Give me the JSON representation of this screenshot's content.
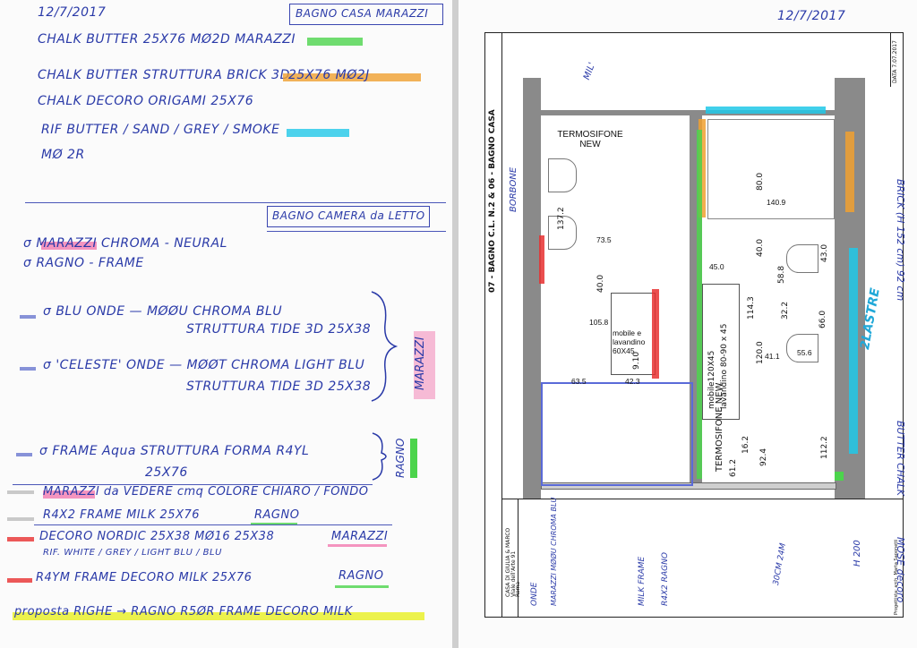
{
  "left": {
    "date": "12/7/2017",
    "box1": "BAGNO CASA MARAZZI",
    "l1": "CHALK BUTTER 25X76  MØ2D  MARAZZI",
    "l2a": "CHALK BUTTER STRUTTURA BRICK 3D",
    "l2b": "25X76  MØ2J",
    "l3": "CHALK DECORO ORIGAMI  25X76",
    "l4": "RIF BUTTER / SAND / GREY / SMOKE",
    "l5": "MØ 2R",
    "box2": "BAGNO CAMERA da LETTO",
    "m1": "σ MARAZZI  CHROMA - NEURAL",
    "m2": "σ RAGNO - FRAME",
    "m3": "σ BLU ONDE  —  MØØU CHROMA BLU",
    "m3b": "STRUTTURA TIDE 3D  25X38",
    "m4": "σ 'CELESTE' ONDE  —  MØØT CHROMA LIGHT BLU",
    "m4b": "STRUTTURA TIDE 3D  25X38",
    "brace1": "MARAZZI",
    "m5": "σ FRAME  Aqua  STRUTTURA FORMA  R4YL",
    "m5b": "25X76",
    "brace2": "RAGNO",
    "n1": "MARAZZI  da VEDERE  cmq COLORE CHIARO / FONDO",
    "n2": "R4X2  FRAME  MILK  25X76",
    "n2tag": "RAGNO",
    "n3": "DECORO NORDIC 25X38  MØ16  25X38",
    "n3tag": "MARAZZI",
    "n3b": "RIF. WHITE / GREY / LIGHT BLU / BLU",
    "n4": "R4YM  FRAME  DECORO  MILK  25X76",
    "n4tag": "RAGNO",
    "n5": "proposta  RIGHE  →  RAGNO  R5ØR  FRAME  DECORO  MILK"
  },
  "right": {
    "date": "12/7/2017",
    "title": "07 - BAGNO C.L. N.2  &  06 - BAGNO CASA",
    "data_label": "DATA 7.07.2017",
    "client": "CASA DI GIULIA & MARCO",
    "address1": "Viale dell'Arte 91",
    "address2": "Roma",
    "designer": "Progettista: arch. Marta Saponetti",
    "termo1": "TERMOSIFONE NEW",
    "termo2": "TERMOSIFONE NEW",
    "mobile1": "mobile e lavandino 60X45",
    "mobile2a": "mobile120X45",
    "mobile2b": "lavandino 80-90 x 45",
    "dims": [
      "137.2",
      "73.5",
      "40.0",
      "105.8",
      "63.5",
      "42.3",
      "45.0",
      "114.3",
      "40.0",
      "58.8",
      "43.0",
      "80.0",
      "140.9",
      "32.2",
      "120.0",
      "41.1",
      "66.0",
      "55.6",
      "16.2",
      "61.2",
      "92.4",
      "112.2",
      "9.10"
    ],
    "notes": {
      "mil": "MIL'",
      "borbone": "BORBONE",
      "lastre": "2LASTRE",
      "butter_brick": "BRICK (H 152 cm) 92 cm",
      "butter_chalk": "BUTTER CHALK",
      "h200": "H 200",
      "mose": "MOSE decoro",
      "onde": "ONDE",
      "marazzi_note": "MARAZZI MØØU CHROMA BLU",
      "milk_frame": "MILK FRAME",
      "r4x2": "R4X2 RAGNO",
      "botch": "30CM 24M"
    }
  },
  "colors": {
    "ink": "#2a3aa8",
    "green": "#4cd44c",
    "orange": "#f0a030",
    "cyan": "#20c8e8",
    "pink": "#f27ab0",
    "red": "#e83030",
    "yellow": "#e8f020",
    "grey": "#bdbdbd"
  }
}
